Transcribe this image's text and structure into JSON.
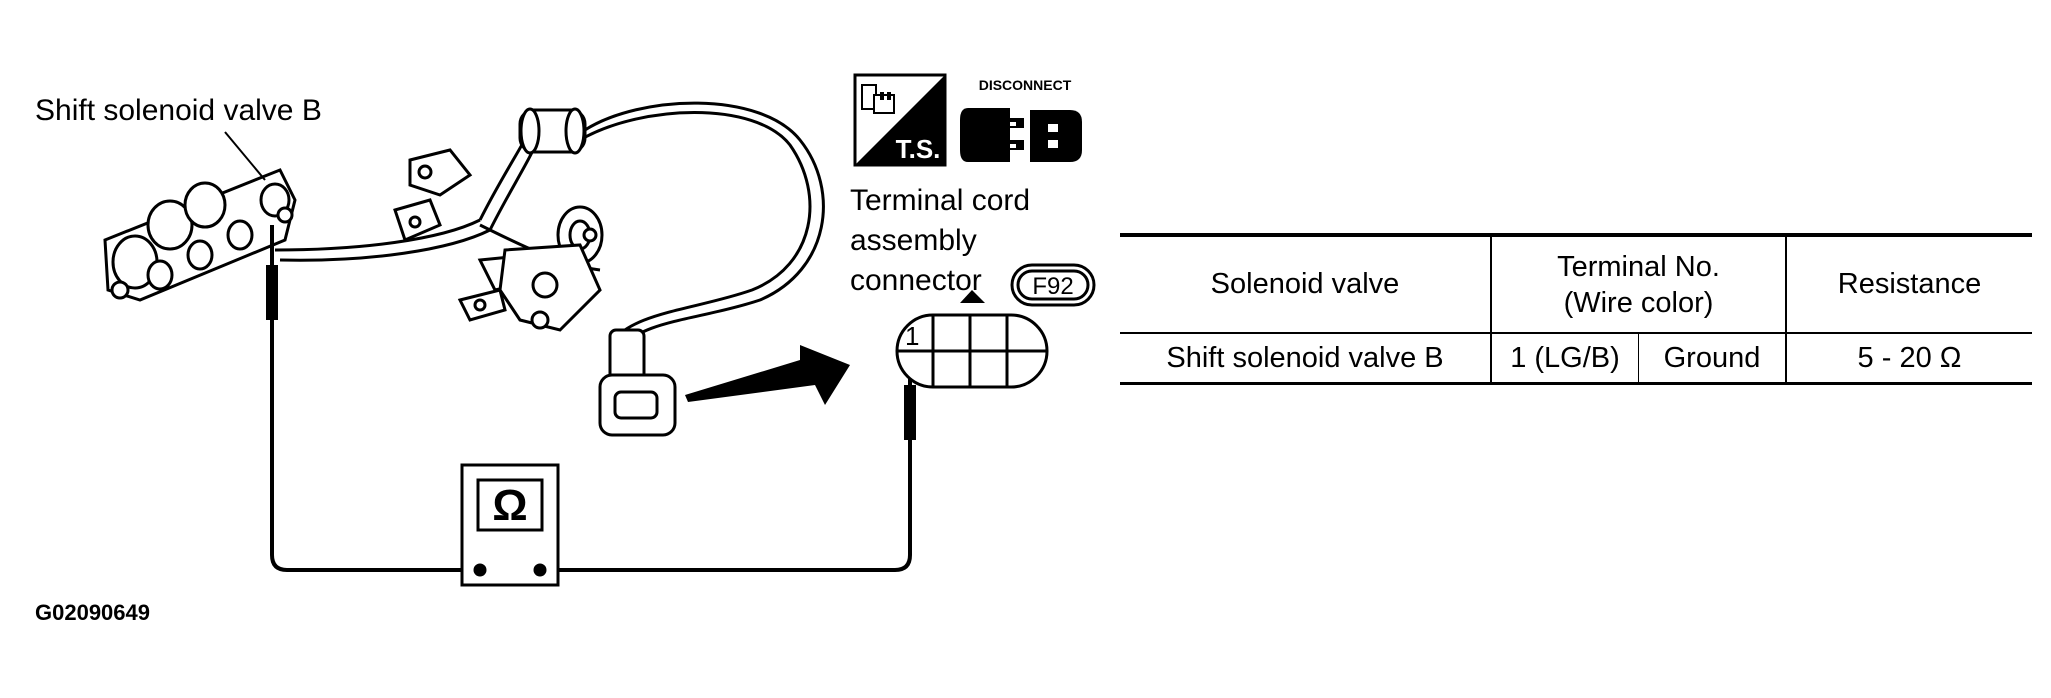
{
  "labels": {
    "solenoid_label": "Shift solenoid valve B",
    "terminal_cord_line1": "Terminal cord",
    "terminal_cord_line2": "assembly",
    "terminal_cord_line3": "connector",
    "connector_code": "F92",
    "pin_number": "1",
    "ts_badge": "T.S.",
    "disconnect_badge": "DISCONNECT",
    "ohm_symbol": "Ω",
    "figure_id": "G02090649"
  },
  "table": {
    "headers": {
      "solenoid": "Solenoid valve",
      "terminal_line1": "Terminal No.",
      "terminal_line2": "(Wire color)",
      "resistance": "Resistance"
    },
    "row": {
      "solenoid": "Shift solenoid valve B",
      "terminal": "1 (LG/B)",
      "ground": "Ground",
      "resistance": "5 - 20 Ω"
    }
  }
}
